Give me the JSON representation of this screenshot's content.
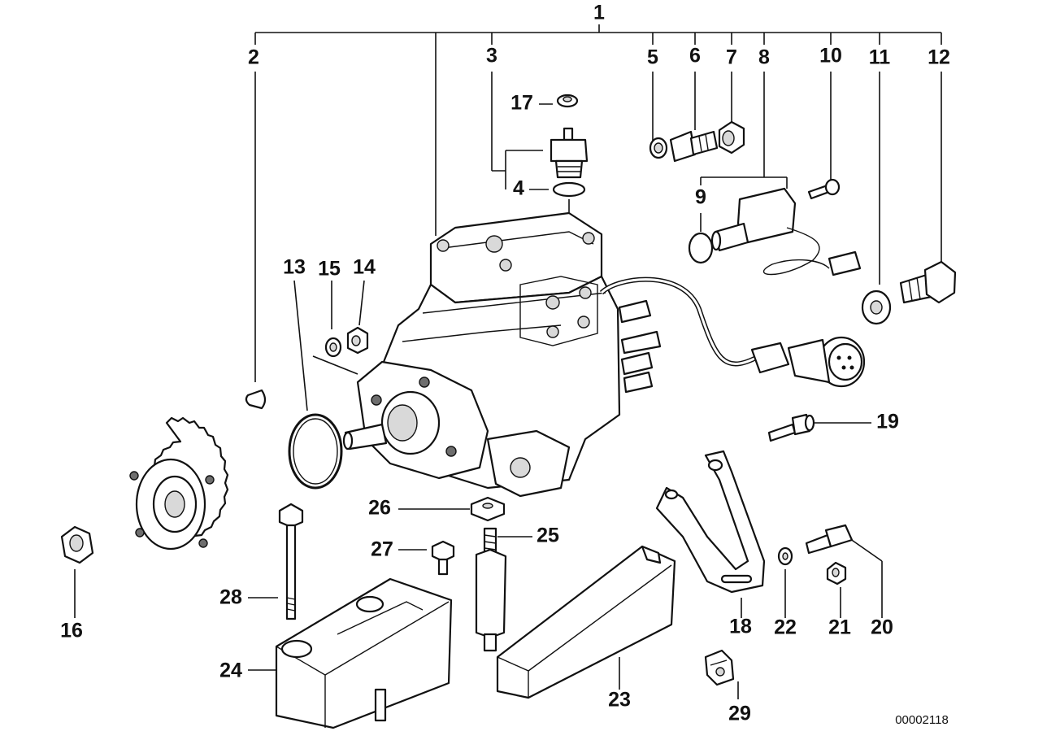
{
  "diagram": {
    "drawing_ref": "00002118",
    "callouts": [
      "1",
      "2",
      "3",
      "4",
      "5",
      "6",
      "7",
      "8",
      "9",
      "10",
      "11",
      "12",
      "13",
      "14",
      "15",
      "16",
      "17",
      "18",
      "19",
      "20",
      "21",
      "22",
      "23",
      "24",
      "25",
      "26",
      "27",
      "28",
      "29"
    ]
  }
}
